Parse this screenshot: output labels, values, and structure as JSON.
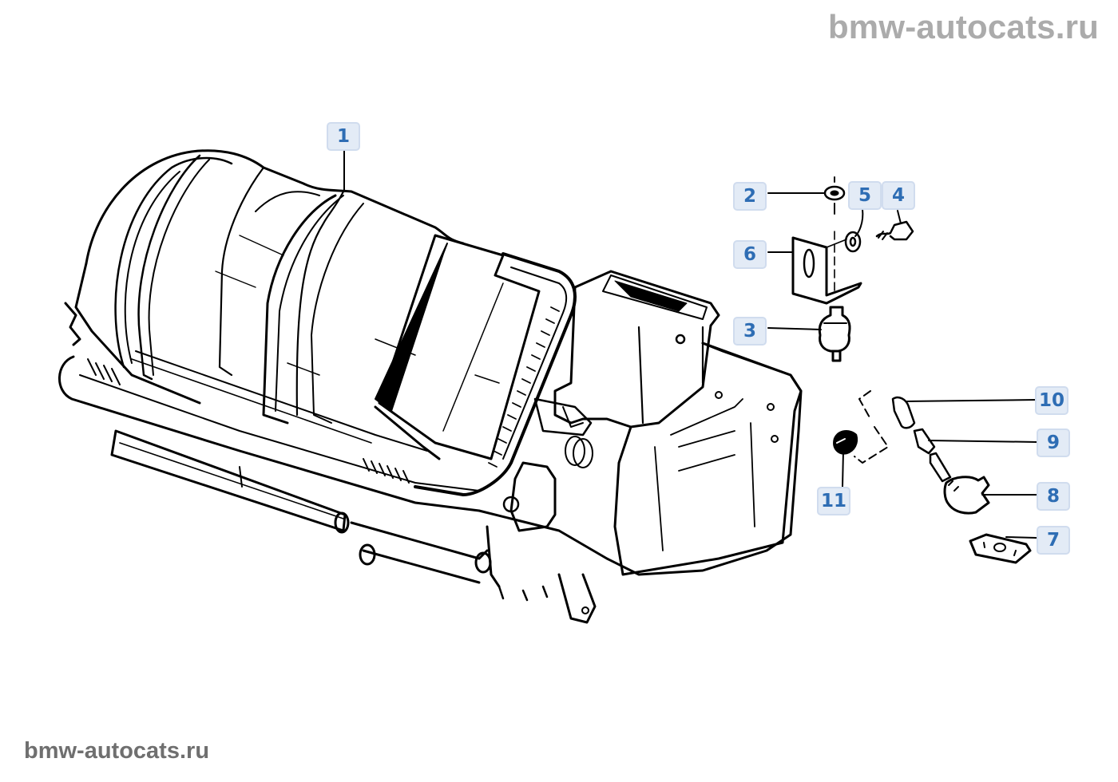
{
  "watermarks": {
    "top": "bmw-autocats.ru",
    "bottom": "bmw-autocats.ru"
  },
  "diagram": {
    "subject": "heater-housing-assembly",
    "label_colors": {
      "text": "#2e6db4",
      "fill": "#e3ebf6",
      "border": "#d0dcee"
    },
    "callouts": [
      {
        "id": "1",
        "label": "1"
      },
      {
        "id": "2",
        "label": "2"
      },
      {
        "id": "3",
        "label": "3"
      },
      {
        "id": "4",
        "label": "4"
      },
      {
        "id": "5",
        "label": "5"
      },
      {
        "id": "6",
        "label": "6"
      },
      {
        "id": "7",
        "label": "7"
      },
      {
        "id": "8",
        "label": "8"
      },
      {
        "id": "9",
        "label": "9"
      },
      {
        "id": "10",
        "label": "10"
      },
      {
        "id": "11",
        "label": "11"
      }
    ]
  }
}
